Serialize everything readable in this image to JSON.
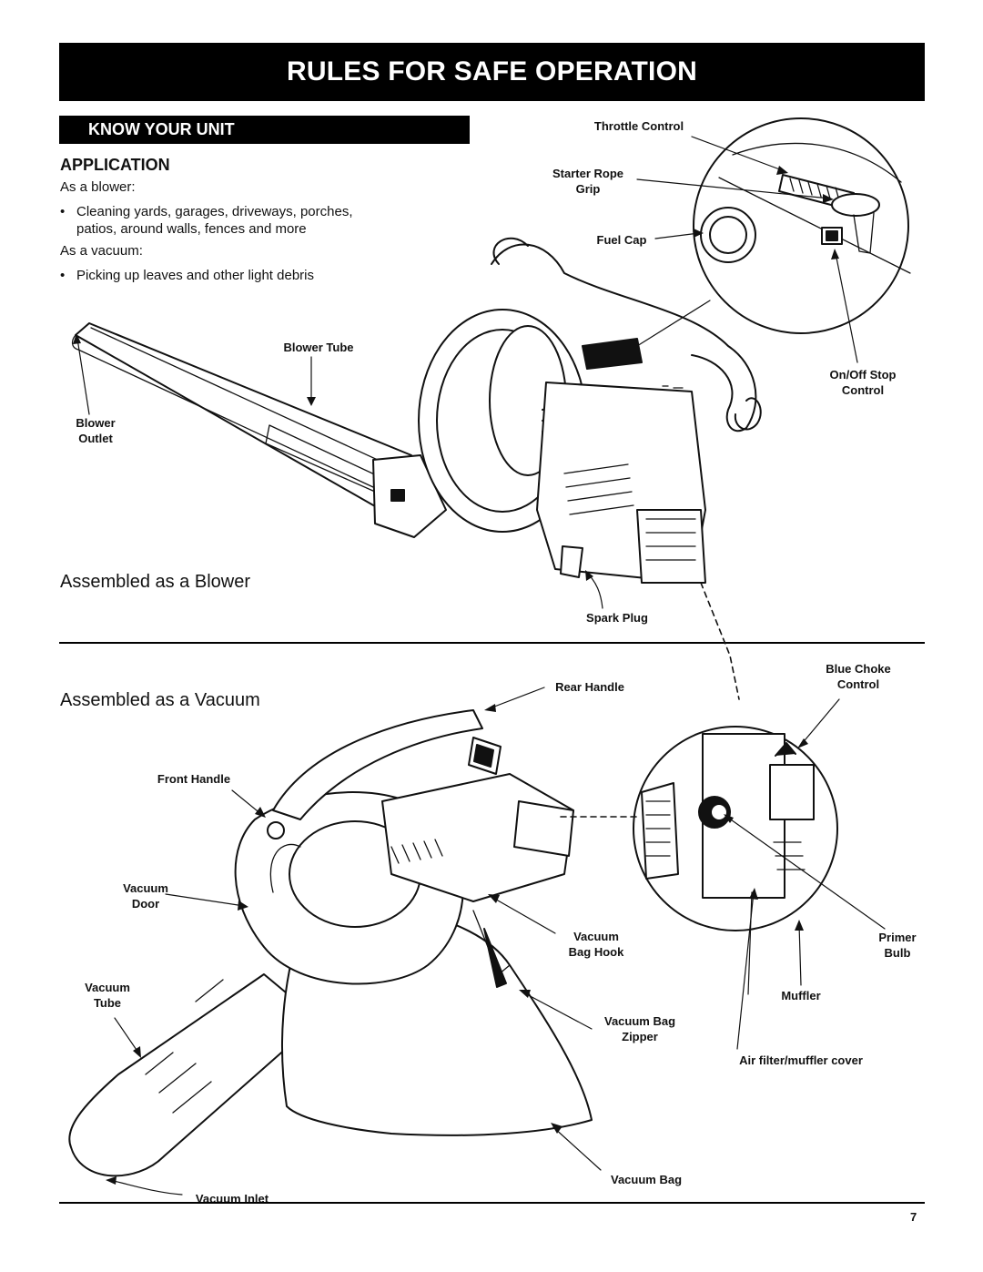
{
  "header": {
    "title": "RULES FOR SAFE OPERATION"
  },
  "subheader": {
    "title": "KNOW YOUR UNIT"
  },
  "application": {
    "heading": "APPLICATION",
    "blower_intro": "As a blower:",
    "blower_bullet_line1": "Cleaning yards, garages, driveways, porches,",
    "blower_bullet_line2": "patios, around walls, fences and more",
    "vacuum_intro": "As a vacuum:",
    "vacuum_bullet": "Picking up leaves and other light debris"
  },
  "sections": {
    "blower": "Assembled as a Blower",
    "vacuum": "Assembled as a Vacuum"
  },
  "blower_labels": {
    "throttle_control": "Throttle Control",
    "starter_rope_1": "Starter Rope",
    "starter_rope_2": "Grip",
    "fuel_cap": "Fuel Cap",
    "blower_tube": "Blower Tube",
    "onoff_1": "On/Off Stop",
    "onoff_2": "Control",
    "blower_outlet_1": "Blower",
    "blower_outlet_2": "Outlet",
    "spark_plug": "Spark Plug"
  },
  "vacuum_labels": {
    "rear_handle": "Rear Handle",
    "blue_choke_1": "Blue Choke",
    "blue_choke_2": "Control",
    "front_handle": "Front Handle",
    "vacuum_door_1": "Vacuum",
    "vacuum_door_2": "Door",
    "vacuum_bag_hook_1": "Vacuum",
    "vacuum_bag_hook_2": "Bag Hook",
    "primer_1": "Primer",
    "primer_2": "Bulb",
    "vacuum_tube_1": "Vacuum",
    "vacuum_tube_2": "Tube",
    "muffler": "Muffler",
    "bag_zipper_1": "Vacuum Bag",
    "bag_zipper_2": "Zipper",
    "air_filter": "Air filter/muffler cover",
    "vacuum_bag": "Vacuum Bag",
    "vacuum_inlet": "Vacuum Inlet"
  },
  "footer": {
    "page_number": "7"
  }
}
